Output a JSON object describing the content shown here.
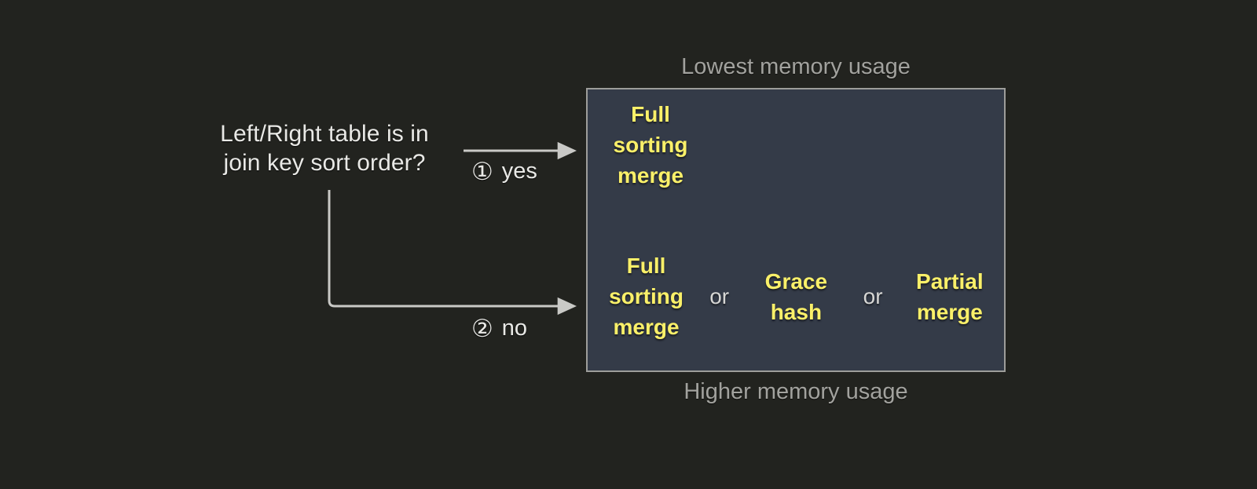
{
  "background_color": "#22231f",
  "decision": {
    "question": "Left/Right table is in\njoin key sort order?",
    "branches": [
      {
        "marker": "①",
        "label": "yes"
      },
      {
        "marker": "②",
        "label": "no"
      }
    ]
  },
  "captions": {
    "top": "Lowest memory usage",
    "bottom": "Higher memory usage"
  },
  "options_box": {
    "fill_color": "#343b48",
    "border_color": "#9d9d9a",
    "option_color": "#faf069",
    "separator_color": "#d6d6d4",
    "rows": [
      {
        "branch": "yes",
        "options": [
          "Full\nsorting\nmerge"
        ],
        "separators": []
      },
      {
        "branch": "no",
        "options": [
          "Full\nsorting\nmerge",
          "Grace\nhash",
          "Partial\nmerge"
        ],
        "separators": [
          "or",
          "or"
        ]
      }
    ]
  }
}
